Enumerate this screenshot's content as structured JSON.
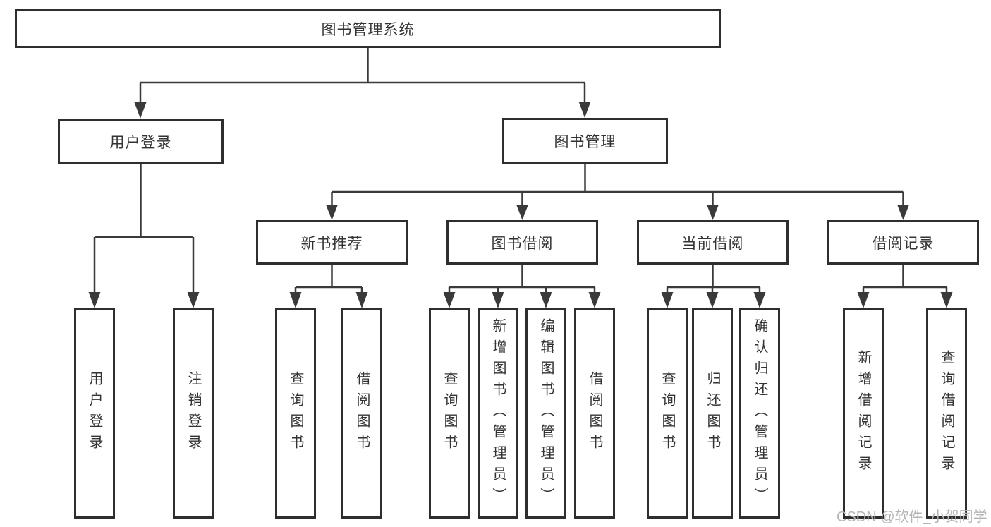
{
  "tree": {
    "root": {
      "label": "图书管理系统"
    },
    "level2": [
      {
        "label": "用户登录",
        "children": [
          {
            "label": "用户登录"
          },
          {
            "label": "注销登录"
          }
        ]
      },
      {
        "label": "图书管理"
      }
    ],
    "level3": [
      {
        "label": "新书推荐",
        "children": [
          {
            "label": "查询图书"
          },
          {
            "label": "借阅图书"
          }
        ]
      },
      {
        "label": "图书借阅",
        "children": [
          {
            "label": "查询图书"
          },
          {
            "label": "新增图书（管理员）"
          },
          {
            "label": "编辑图书（管理员）"
          },
          {
            "label": "借阅图书"
          }
        ]
      },
      {
        "label": "当前借阅",
        "children": [
          {
            "label": "查询图书"
          },
          {
            "label": "归还图书"
          },
          {
            "label": "确认归还（管理员）"
          }
        ]
      },
      {
        "label": "借阅记录",
        "children": [
          {
            "label": "新增借阅记录"
          },
          {
            "label": "查询借阅记录"
          }
        ]
      }
    ]
  },
  "watermark": {
    "text": "CSDN @软件_小贺同学"
  },
  "colors": {
    "background": "#ffffff",
    "box_border": "#2e2e2e",
    "connector_line": "#3a3a3a",
    "text": "#333333",
    "watermark": "#b4b4b4"
  }
}
